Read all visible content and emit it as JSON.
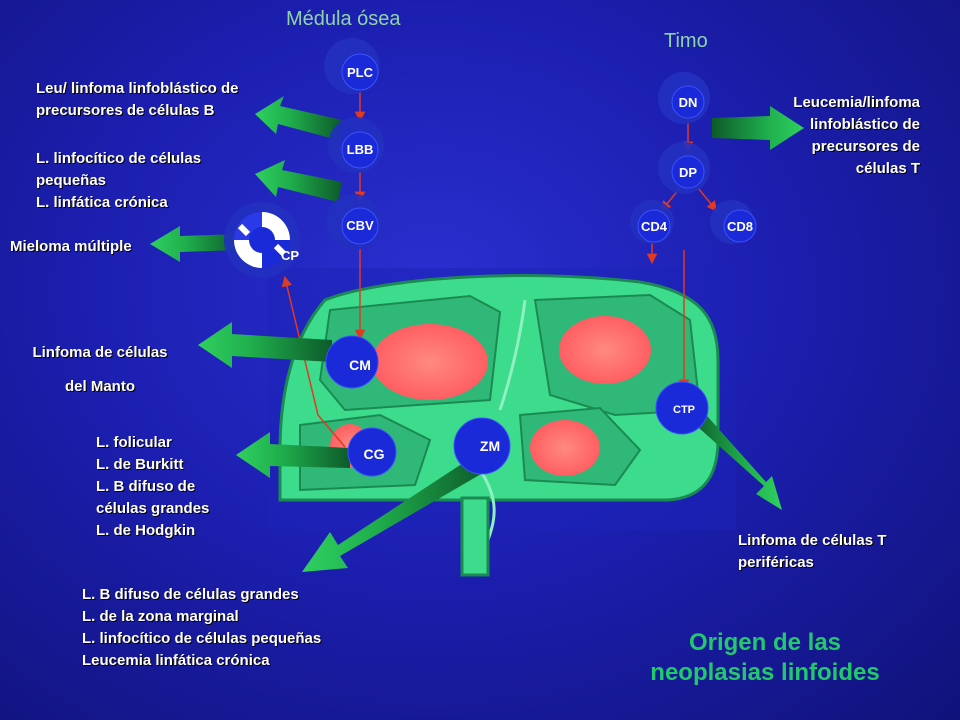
{
  "headers": {
    "bone_marrow": "Médula ósea",
    "thymus": "Timo"
  },
  "title_lines": [
    "Origen de las",
    "neoplasias  linfoides"
  ],
  "nodes": {
    "plc": "PLC",
    "lbb": "LBB",
    "cbv": "CBV",
    "cp": "CP",
    "dn": "DN",
    "dp": "DP",
    "cd4": "CD4",
    "cd8": "CD8",
    "cm": "CM",
    "cg": "CG",
    "zm": "ZM",
    "ctp": "CTP"
  },
  "labels": {
    "b_precursor": [
      "Leu/ linfoma linfoblástico de",
      "precursores de células B"
    ],
    "small_cell": [
      "L. linfocítico de células",
      "pequeñas"
    ],
    "small_cell_cll": "L. linfática crónica",
    "myeloma": "Mieloma múltiple",
    "mantle": [
      "Linfoma de células",
      "del Manto"
    ],
    "follicular": [
      "L. folicular",
      "L. de Burkitt",
      "L. B difuso de",
      "células grandes",
      "L. de Hodgkin"
    ],
    "marginal": [
      "L. B difuso de células grandes",
      "L. de la zona marginal",
      "L. linfocítico de células pequeñas"
    ],
    "marginal_cll": "Leucemia linfática crónica",
    "t_precursor": [
      "Leucemia/linfoma",
      "linfoblástico de",
      "precursores de",
      "células T"
    ],
    "peripheral_t": [
      "Linfoma de células T",
      "periféricas"
    ]
  },
  "colors": {
    "node": "#1a2ad8",
    "arrow_green": "#1faa4a",
    "node_blob": "#2230c0",
    "lymph_node": "#3ddc8c",
    "follicle": "#ff6b6b",
    "cll_text": "#ff7a1a"
  }
}
